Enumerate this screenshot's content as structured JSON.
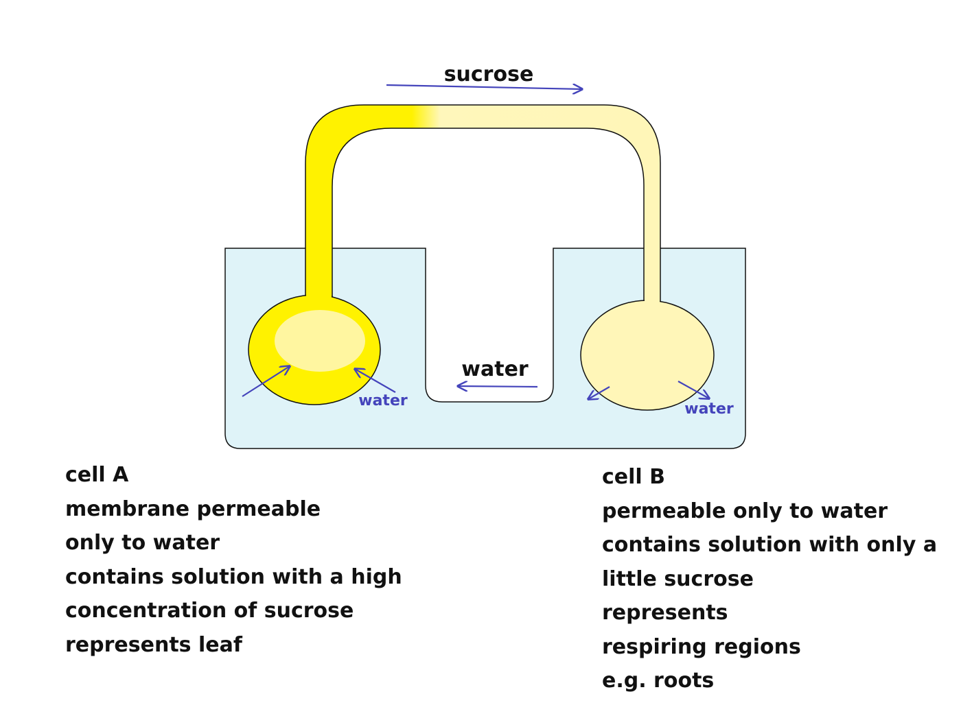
{
  "labels": {
    "sucrose": "sucrose",
    "water_center": "water",
    "water_cell_a": "water",
    "water_cell_b": "water"
  },
  "cell_a": {
    "lines": [
      "cell A",
      "membrane permeable",
      "only to water",
      "contains solution with a high",
      "concentration of sucrose",
      "represents leaf"
    ]
  },
  "cell_b": {
    "lines": [
      "cell B",
      "permeable only to water",
      "contains solution with only a",
      "little sucrose",
      "represents",
      "respiring  regions",
      "e.g. roots"
    ]
  },
  "colors": {
    "tank_fill": "#dff3f8",
    "high_sucrose": "#fff200",
    "low_sucrose": "#fff6b8",
    "arrow": "#4444bb",
    "outline": "#111111"
  }
}
